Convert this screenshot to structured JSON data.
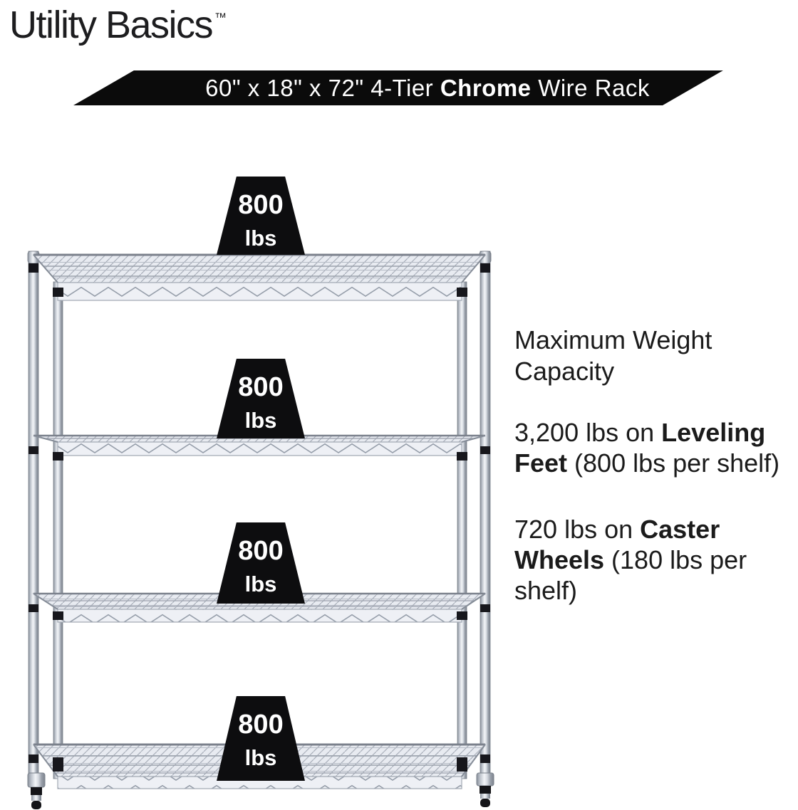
{
  "brand": {
    "name": "Utility Basics",
    "trademark": "™"
  },
  "banner": {
    "title_prefix": "60\" x 18\" x 72\" 4-Tier ",
    "title_bold": "Chrome",
    "title_suffix": " Wire Rack"
  },
  "weights": [
    {
      "value": "800",
      "unit": "lbs"
    },
    {
      "value": "800",
      "unit": "lbs"
    },
    {
      "value": "800",
      "unit": "lbs"
    },
    {
      "value": "800",
      "unit": "lbs"
    }
  ],
  "info": {
    "heading": "Maximum Weight Capacity",
    "p1": {
      "pre": "3,200 lbs on ",
      "bold": "Leveling Feet",
      "post": " (800 lbs per shelf)"
    },
    "p2": {
      "pre": "720 lbs on ",
      "bold": "Caster Wheels",
      "post": " (180 lbs per shelf)"
    }
  },
  "rack": {
    "alt": "4-tier chrome wire shelving rack with leveling feet",
    "shelf_count": 4
  },
  "colors": {
    "background": "#ffffff",
    "banner_bg": "#0b0b0b",
    "banner_text": "#ffffff",
    "body_text": "#1b1b1b",
    "badge_bg": "#0d0d0f",
    "badge_text": "#ffffff",
    "chrome_light": "#f3f5f8",
    "chrome_mid": "#c7ccd4",
    "chrome_dark": "#878e98",
    "fitting_black": "#141418"
  }
}
